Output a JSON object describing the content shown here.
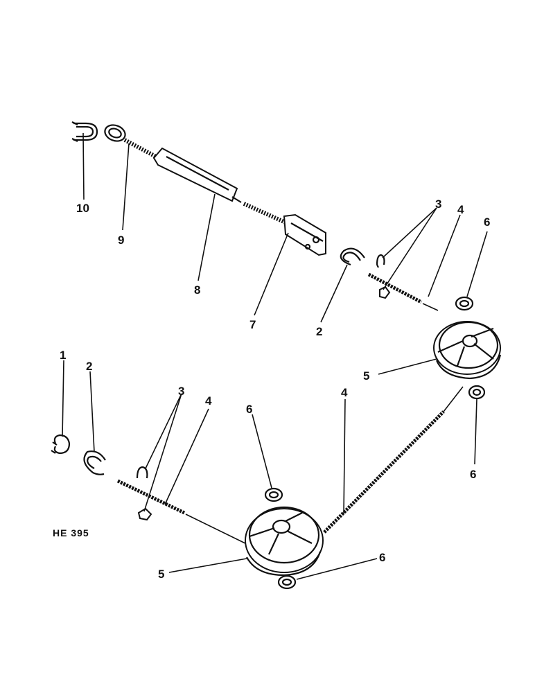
{
  "figure_id": "HE 395",
  "callouts": {
    "c1": "1",
    "c2a": "2",
    "c2b": "2",
    "c3a": "3",
    "c3b": "3",
    "c4a": "4",
    "c4b": "4",
    "c4c": "4",
    "c5a": "5",
    "c5b": "5",
    "c6a": "6",
    "c6b": "6",
    "c6c": "6",
    "c6d": "6",
    "c7": "7",
    "c8": "8",
    "c9": "9",
    "c10": "10"
  }
}
